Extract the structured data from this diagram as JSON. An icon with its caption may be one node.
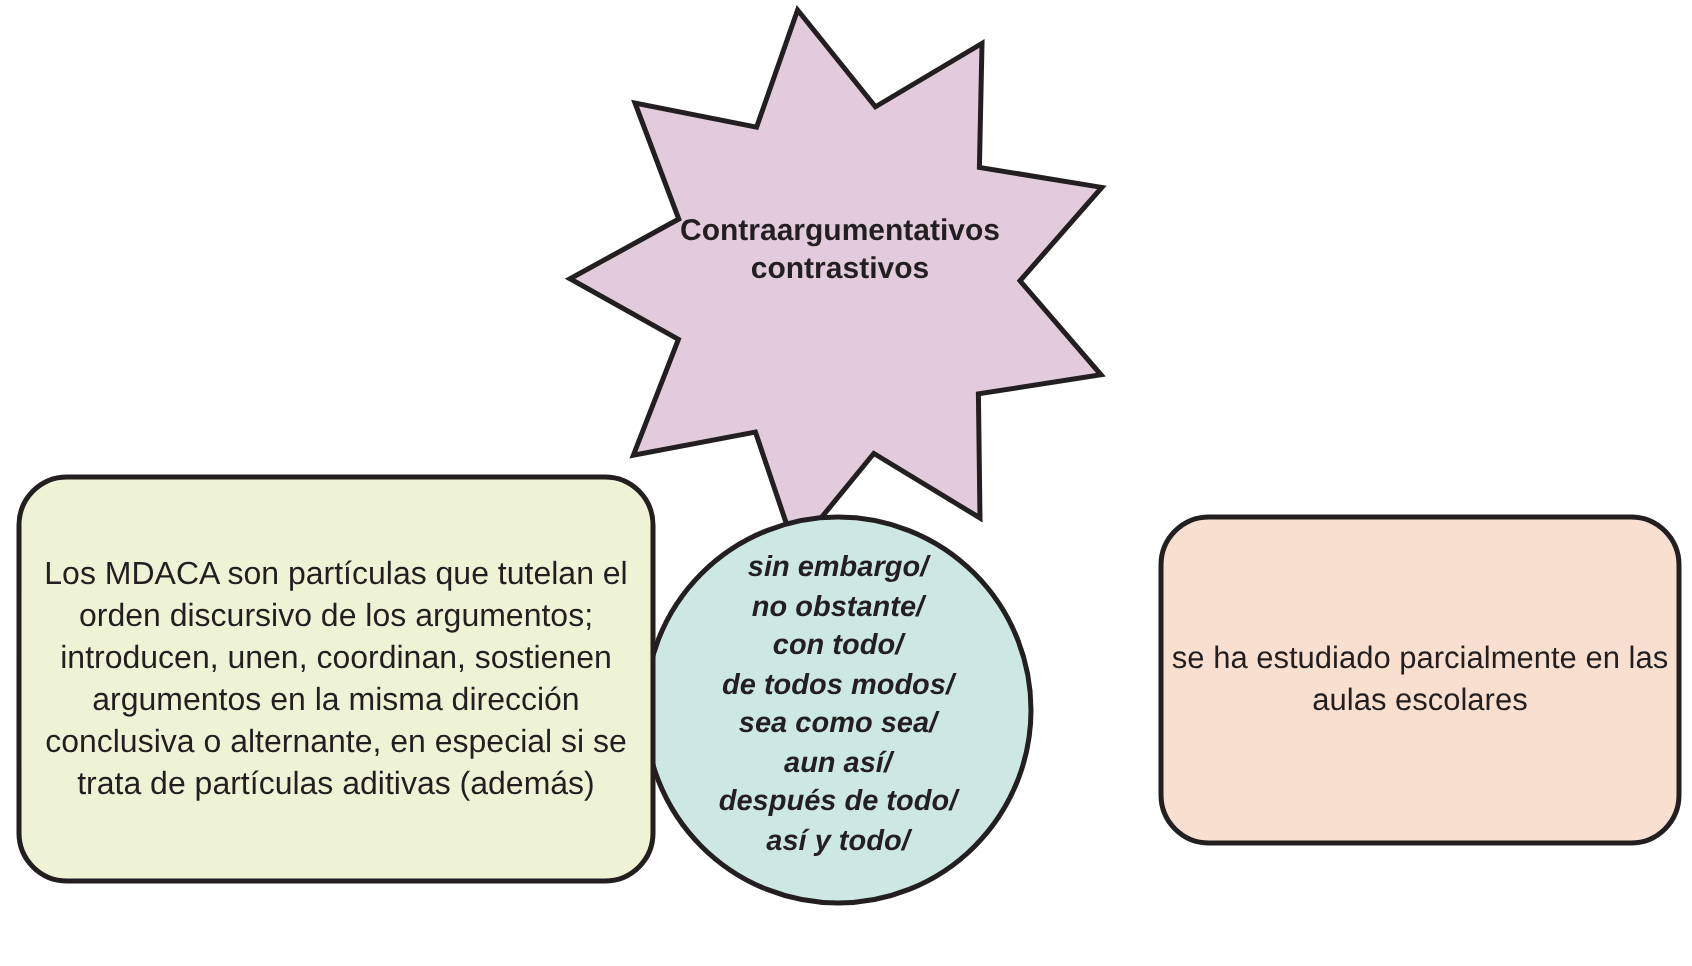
{
  "diagram": {
    "nodes": [
      {
        "text": [
          "Contraargumentativos contrastivos"
        ]
      },
      {
        "text": [
          "Los MDACA son partículas que tutelan el orden discursivo de los argumentos; introducen, unen, coordinan, sostienen argumentos en la misma dirección conclusiva o alternante, en especial si se trata de partículas aditivas (además)"
        ]
      },
      {
        "text": [
          "sin embargo/",
          "no obstante/",
          "con todo/",
          "de todos modos/",
          "sea como sea/",
          "aun así/",
          "después de todo/",
          "así y todo/"
        ]
      },
      {
        "text": [
          "se ha estudiado parcialmente en las aulas escolares"
        ]
      }
    ]
  }
}
